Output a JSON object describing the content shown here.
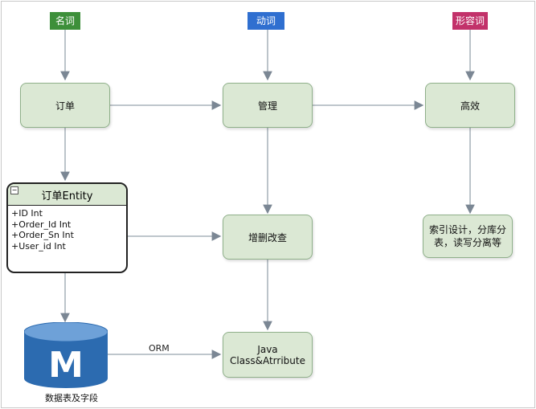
{
  "tags": {
    "noun": "名词",
    "verb": "动词",
    "adjective": "形容词"
  },
  "nodes": {
    "order": "订单",
    "manage": "管理",
    "efficient": "高效",
    "crud": "增删改查",
    "index": "索引设计，分库分表，读写分离等",
    "java_class": "Java Class&Atrribute"
  },
  "entity": {
    "title": "订单Entity",
    "fields": [
      "+ID Int",
      "+Order_Id Int",
      "+Order_Sn Int",
      "+User_id Int"
    ]
  },
  "database": {
    "label": "数据表及字段",
    "icon_letter": "M"
  },
  "edges": {
    "orm_label": "ORM"
  },
  "colors": {
    "noun_tag": "#3d8f3a",
    "verb_tag": "#2f6fd0",
    "adjective_tag": "#c2326a",
    "node_fill": "#dbe8d4",
    "db_blue": "#2c6bb0"
  }
}
